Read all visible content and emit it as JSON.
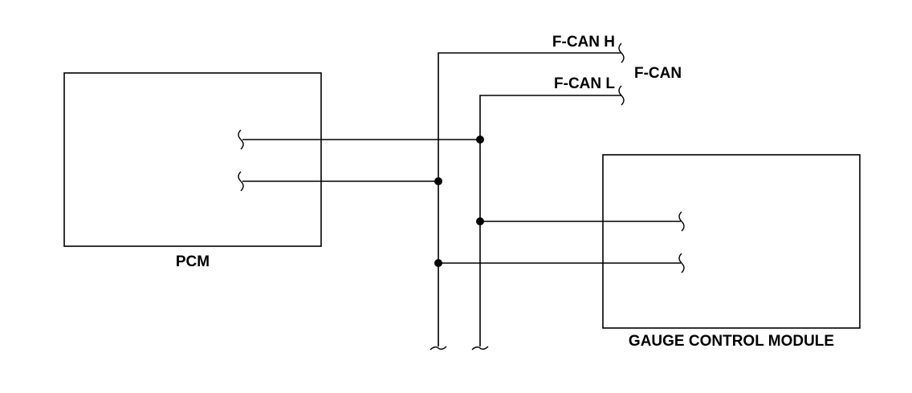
{
  "labels": {
    "pcm": "PCM",
    "gauge_control_module": "GAUGE CONTROL MODULE",
    "fcan_h": "F-CAN H",
    "fcan_l": "F-CAN L",
    "fcan": "F-CAN"
  }
}
